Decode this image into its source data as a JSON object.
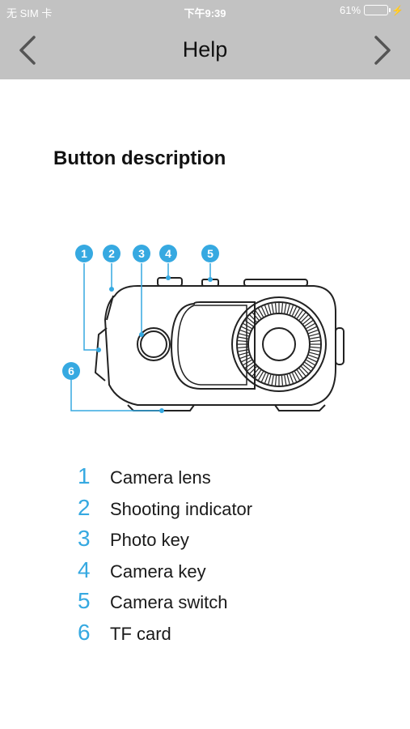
{
  "status": {
    "carrier": "无 SIM 卡",
    "time": "下午9:39",
    "battery_percent": "61%",
    "battery_level": 0.61
  },
  "nav": {
    "title": "Help",
    "back_icon": "chevron-left-icon",
    "forward_icon": "chevron-right-icon"
  },
  "section": {
    "title": "Button description"
  },
  "diagram": {
    "callouts": [
      "1",
      "2",
      "3",
      "4",
      "5",
      "6"
    ],
    "accent": "#36a9e1"
  },
  "legend": [
    {
      "num": "1",
      "label": "Camera lens"
    },
    {
      "num": "2",
      "label": "Shooting indicator"
    },
    {
      "num": "3",
      "label": "Photo key"
    },
    {
      "num": "4",
      "label": "Camera key"
    },
    {
      "num": "5",
      "label": "Camera switch"
    },
    {
      "num": "6",
      "label": "TF card"
    }
  ]
}
